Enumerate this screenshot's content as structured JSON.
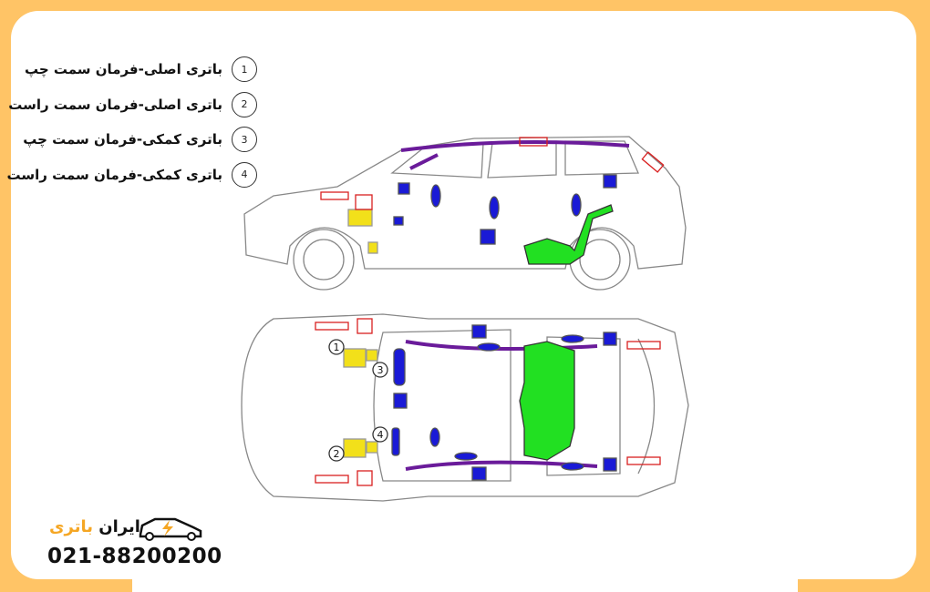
{
  "legend": [
    {
      "number": "1",
      "label": "باتری اصلی-فرمان سمت چپ"
    },
    {
      "number": "2",
      "label": "باتری اصلی-فرمان سمت راست"
    },
    {
      "number": "3",
      "label": "باتری کمکی-فرمان سمت چپ"
    },
    {
      "number": "4",
      "label": "باتری کمکی-فرمان سمت راست"
    }
  ],
  "diagram_callouts": [
    "1",
    "2",
    "3",
    "4"
  ],
  "brand": {
    "name_part1": "ایران",
    "name_part2": "باتری",
    "phone": "021-88200200"
  },
  "colors": {
    "background": "#ffc466",
    "brand_orange": "#f5a623",
    "battery": "#f2e01a",
    "airbag_curtain": "#6a1b9a",
    "airbag_blue": "#1a1ad6",
    "fuel_tank": "#22e022",
    "sensor_red": "#d92020"
  }
}
